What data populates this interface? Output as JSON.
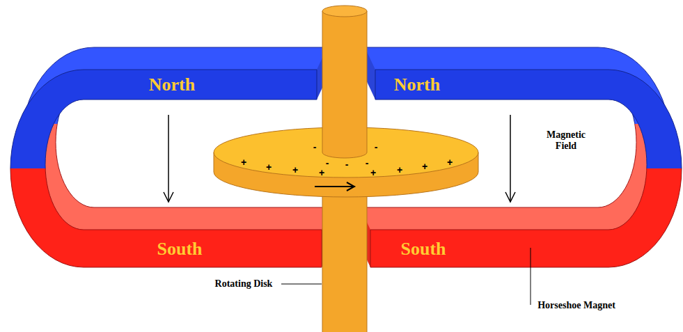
{
  "diagram": {
    "nodes": [
      {
        "text": [
          "North"
        ]
      },
      {
        "text": [
          "North"
        ]
      },
      {
        "text": [
          "South"
        ]
      },
      {
        "text": [
          "South"
        ]
      }
    ],
    "labels": [
      "Magnetic Field",
      "Rotating Disk",
      "Horseshoe Magnet",
      "-",
      "-",
      "-",
      "-",
      "-",
      "+",
      "+",
      "+",
      "+",
      "+",
      "+",
      "+",
      "+"
    ]
  }
}
